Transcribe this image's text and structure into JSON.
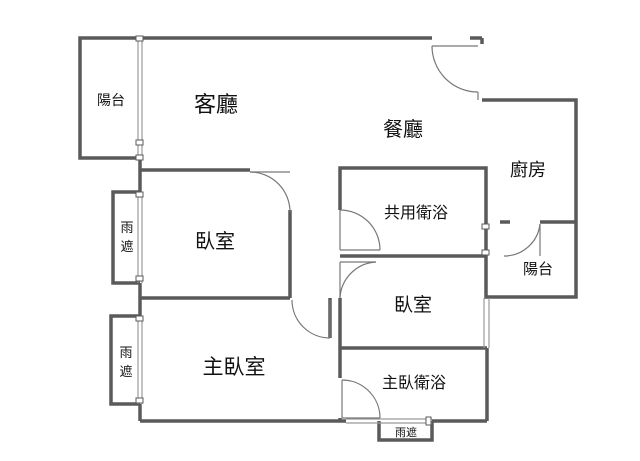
{
  "colors": {
    "wall": "#5a5a5a",
    "door": "#777777",
    "window": "#999999",
    "background": "#ffffff"
  },
  "rooms": {
    "balcony_top": "陽台",
    "living_room": "客廳",
    "dining_room": "餐廳",
    "kitchen": "廚房",
    "shared_bath": "共用衛浴",
    "balcony_right": "陽台",
    "canopy_left_upper_1": "雨",
    "canopy_left_upper_2": "遮",
    "bedroom_1": "臥室",
    "bedroom_2": "臥室",
    "canopy_left_lower_1": "雨",
    "canopy_left_lower_2": "遮",
    "master_bedroom": "主臥室",
    "master_bath": "主臥衛浴",
    "canopy_bottom": "雨遮"
  }
}
